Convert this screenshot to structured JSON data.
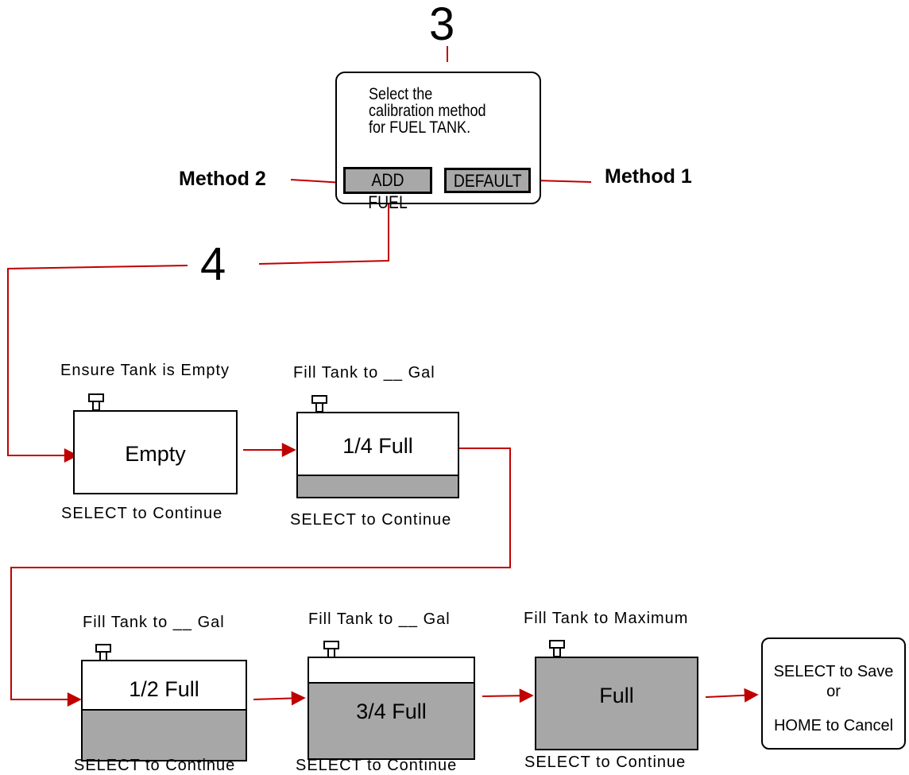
{
  "colors": {
    "connector": "#c00000",
    "tank_fill": "#a7a7a7",
    "softkey_bg": "#a8a8a8"
  },
  "step_numbers": {
    "select_method": "3",
    "add_fuel": "4"
  },
  "method_labels": {
    "left": "Method 2",
    "right": "Method 1"
  },
  "screen": {
    "prompt_lines": [
      "Select the",
      "calibration method",
      "for FUEL TANK."
    ],
    "softkeys": {
      "left": "ADD FUEL",
      "right": "DEFAULT"
    }
  },
  "tanks": [
    {
      "instruction": "Ensure Tank is Empty",
      "label": "Empty",
      "footer": "SELECT to Continue",
      "fill_level": 0.0
    },
    {
      "instruction": "Fill Tank to __ Gal",
      "label": "1/4 Full",
      "footer": "SELECT to Continue",
      "fill_level": 0.25
    },
    {
      "instruction": "Fill Tank to __ Gal",
      "label": "1/2 Full",
      "footer": "SELECT to Continue",
      "fill_level": 0.5
    },
    {
      "instruction": "Fill Tank to __ Gal",
      "label": "3/4 Full",
      "footer": "SELECT to Continue",
      "fill_level": 0.75
    },
    {
      "instruction": "Fill Tank to Maximum",
      "label": "Full",
      "footer": "SELECT to Continue",
      "fill_level": 1.0
    }
  ],
  "final": {
    "line1": "SELECT to Save",
    "line2": "or",
    "line3": "HOME to Cancel"
  },
  "icons": {
    "connector_arrow": "arrow-right-icon",
    "tank_cap": "fuel-cap-icon"
  }
}
